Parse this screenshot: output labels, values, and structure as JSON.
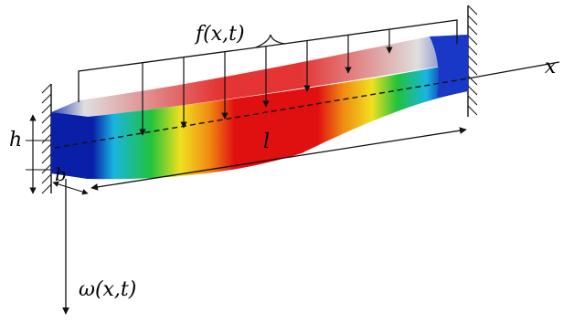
{
  "diagram": {
    "load_label": "f(x,t)",
    "x_axis_label": "x",
    "length_label": "l",
    "height_label": "h",
    "width_label": "b",
    "deflection_label": "ω(x,t)",
    "load_arrow_count": 7,
    "colors": {
      "end_blue": "#0a1fa8",
      "cyan": "#19b5e0",
      "green": "#22c23b",
      "yellow": "#f0e020",
      "orange": "#f08a12",
      "red": "#e01010",
      "top_face": "#d9d9d9",
      "line": "#111111"
    }
  }
}
